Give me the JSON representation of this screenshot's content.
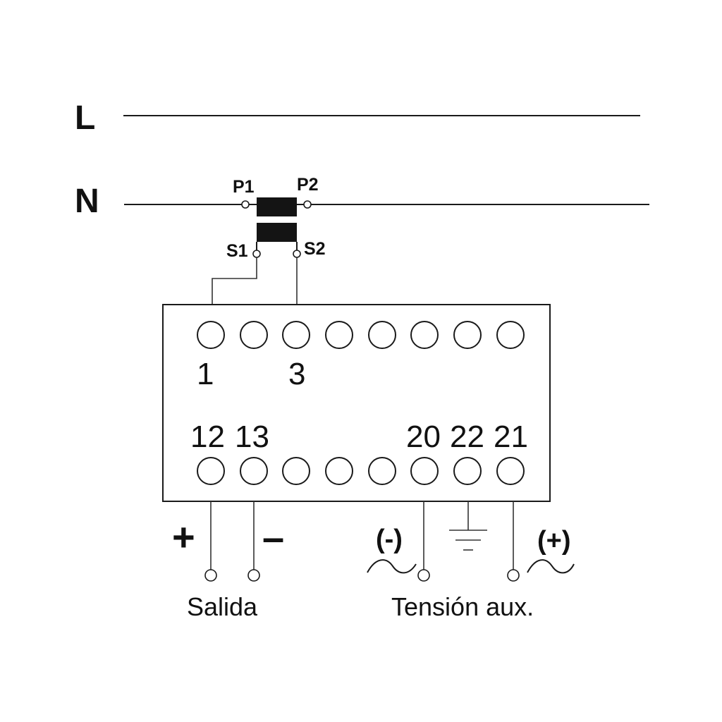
{
  "lines": {
    "L": "L",
    "N": "N"
  },
  "transformer": {
    "P1": "P1",
    "P2": "P2",
    "S1": "S1",
    "S2": "S2"
  },
  "terminals": {
    "top": [
      "1",
      "3"
    ],
    "bottom": [
      "12",
      "13",
      "20",
      "22",
      "21"
    ]
  },
  "symbols": {
    "plus": "+",
    "minus": "–",
    "neg": "(-)",
    "pos": "(+)"
  },
  "captions": {
    "output": "Salida",
    "aux": "Tensión aux."
  },
  "colors": {
    "ink": "#111111",
    "background": "#ffffff"
  },
  "icons": [
    "ground-icon",
    "ac-wave-icon"
  ]
}
